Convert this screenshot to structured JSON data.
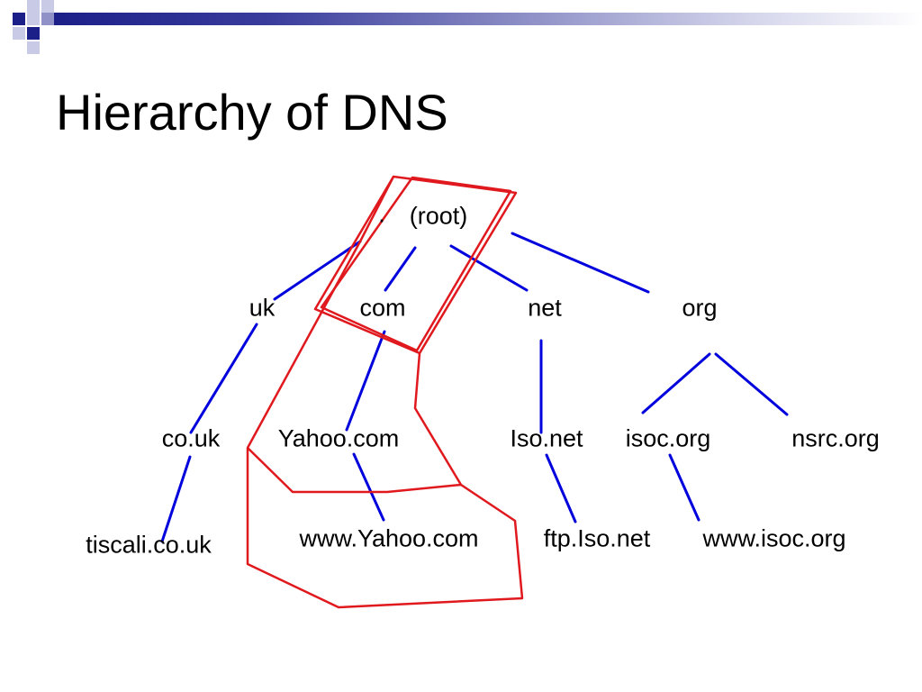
{
  "title": "Hierarchy of DNS",
  "colors": {
    "edge": "#0000dd",
    "highlight": "#e0191e",
    "deco": "#1c1f88"
  },
  "tree": {
    "root": {
      "dot": ".",
      "label": "(root)"
    },
    "tld": [
      "uk",
      "com",
      "net",
      "org"
    ],
    "second": [
      "co.uk",
      "Yahoo.com",
      "Iso.net",
      "isoc.org",
      "nsrc.org"
    ],
    "hosts": [
      "tiscali.co.uk",
      "www.Yahoo.com",
      "ftp.Iso.net",
      "www.isoc.org"
    ]
  }
}
